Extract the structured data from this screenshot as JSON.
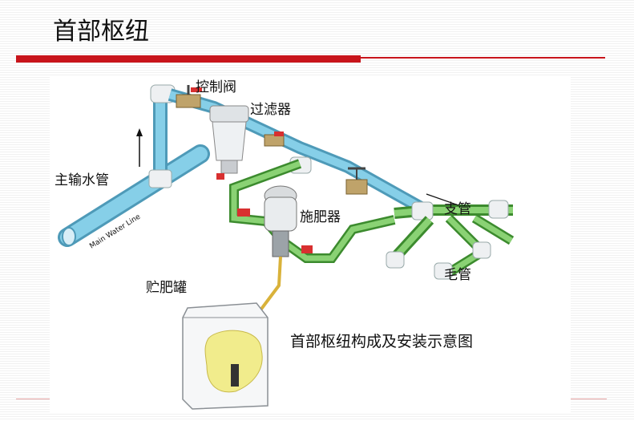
{
  "slide": {
    "title": "首部枢纽"
  },
  "diagram": {
    "labels": {
      "valve": "控制阀",
      "filter": "过滤器",
      "main_pipe": "主输水管",
      "main_pipe_en": "Main Water Line",
      "injector": "施肥器",
      "branch_pipe": "支管",
      "capillary": "毛管",
      "tank": "贮肥罐",
      "caption": "首部枢纽构成及安装示意图"
    }
  },
  "colors": {
    "accent_red": "#c8141b",
    "pipe_blue": "#7ec8e3",
    "pipe_green": "#7fc96a",
    "fitting": "#e9ecef"
  }
}
